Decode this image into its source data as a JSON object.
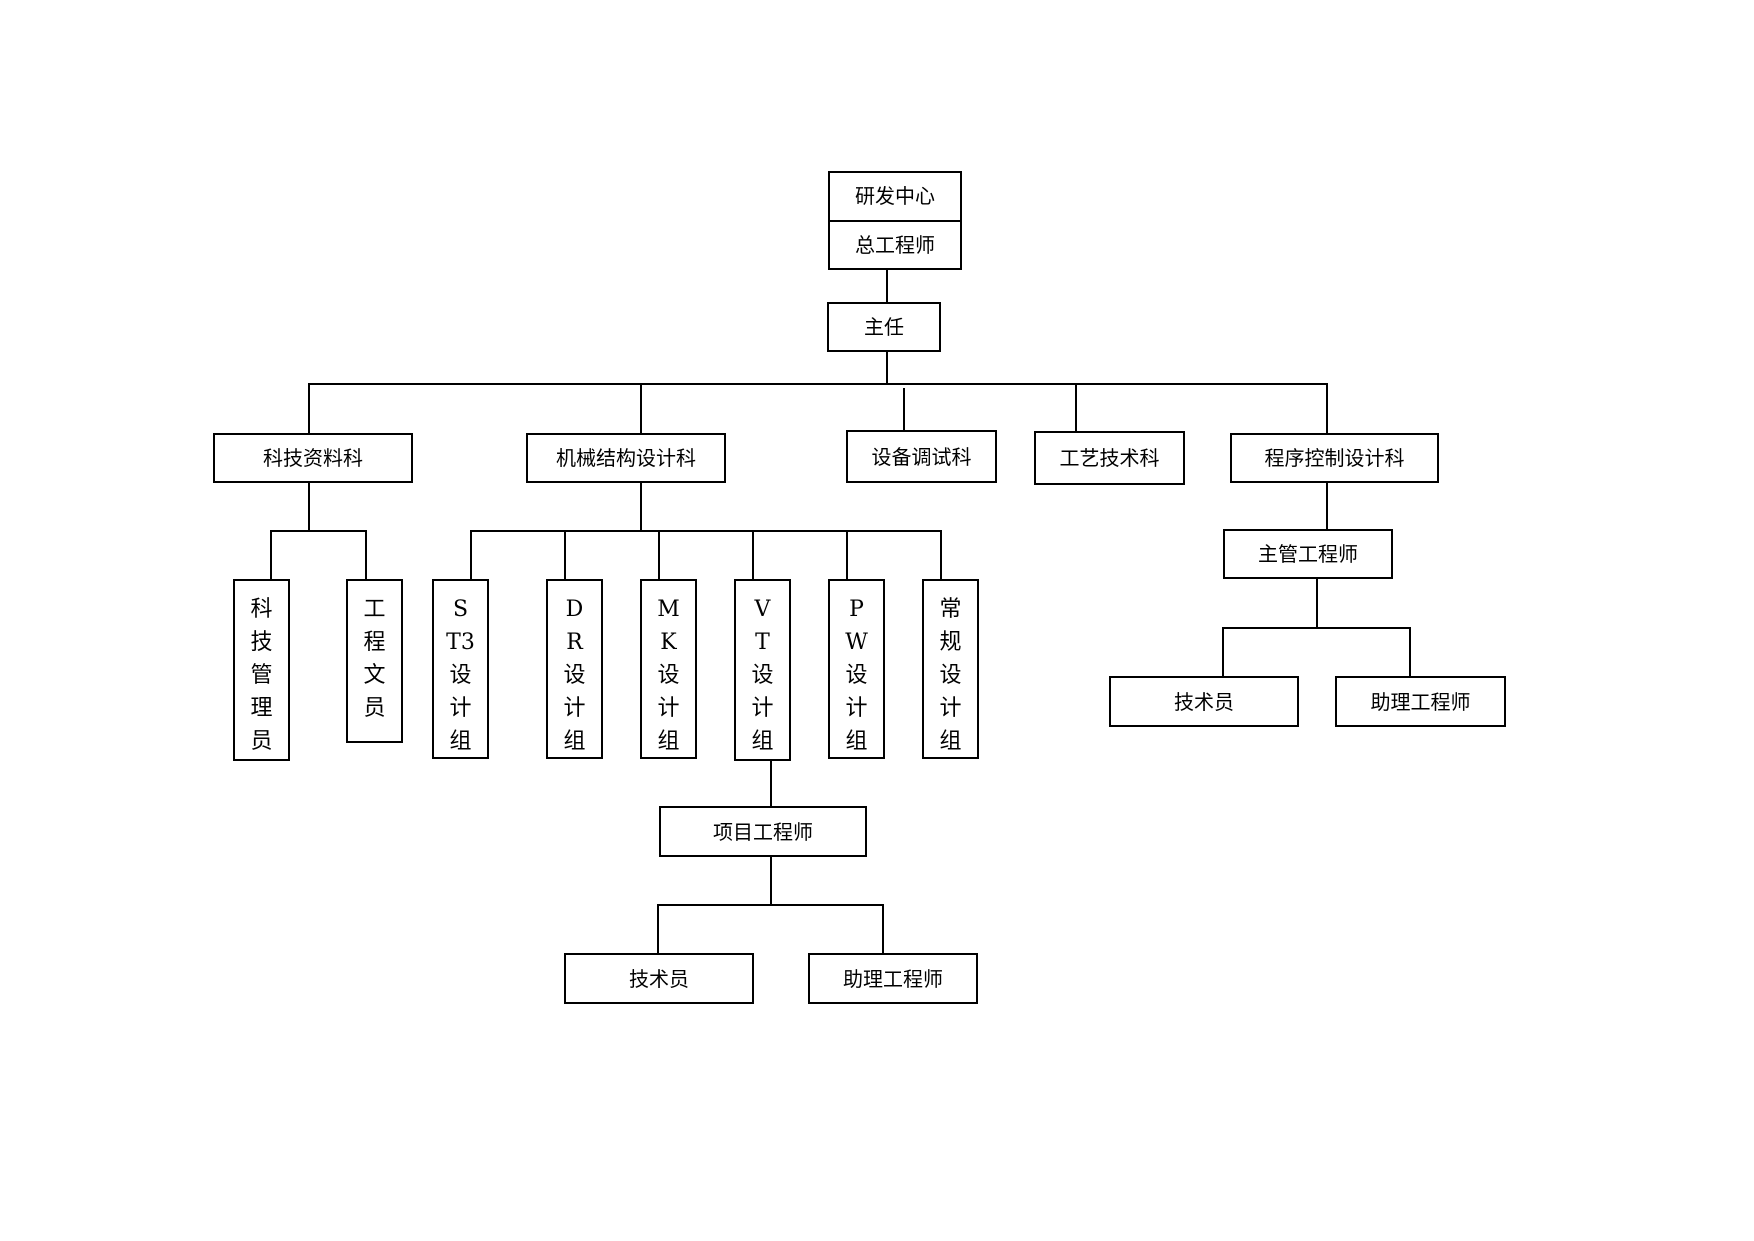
{
  "center": {
    "line1": "研发中心",
    "line2": "总工程师"
  },
  "director": "主任",
  "departments": {
    "tech_info": "科技资料科",
    "mech_design": "机械结构设计科",
    "equip_debug": "设备调试科",
    "process_tech": "工艺技术科",
    "program_design": "程序控制设计科"
  },
  "tech_info_staff": {
    "manager": [
      "科",
      "技",
      "管",
      "理",
      "员"
    ],
    "clerk": [
      "工",
      "程",
      "文",
      "员"
    ]
  },
  "mech_groups": {
    "st3": [
      "S",
      "T3",
      "设",
      "计",
      "组"
    ],
    "dr": [
      "D",
      "R",
      "设",
      "计",
      "组"
    ],
    "mk": [
      "M",
      "K",
      "设",
      "计",
      "组"
    ],
    "vt": [
      "V",
      "T",
      "设",
      "计",
      "组"
    ],
    "pw": [
      "P",
      "W",
      "设",
      "计",
      "组"
    ],
    "general": [
      "常",
      "规",
      "设",
      "计",
      "组"
    ]
  },
  "project": {
    "engineer": "项目工程师",
    "technician": "技术员",
    "assistant": "助理工程师"
  },
  "program": {
    "supervisor": "主管工程师",
    "technician": "技术员",
    "assistant": "助理工程师"
  }
}
